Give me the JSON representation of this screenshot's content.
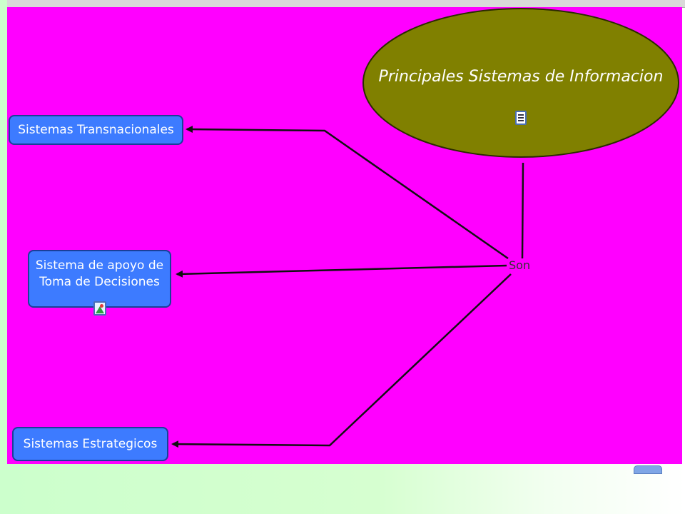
{
  "main_concept": {
    "label": "Principales Sistemas de Informacion"
  },
  "link_phrase": {
    "label": "Son"
  },
  "concepts": [
    {
      "label": "Sistemas Transnacionales"
    },
    {
      "label_line1": "Sistema de apoyo de",
      "label_line2": "Toma de Decisiones"
    },
    {
      "label": "Sistemas Estrategicos"
    }
  ],
  "colors": {
    "canvas": "#ff00ff",
    "ellipse": "#808000",
    "box": "#3d7bff",
    "line": "#111111"
  },
  "icons": [
    "resource-list-icon",
    "image-resource-icon"
  ]
}
